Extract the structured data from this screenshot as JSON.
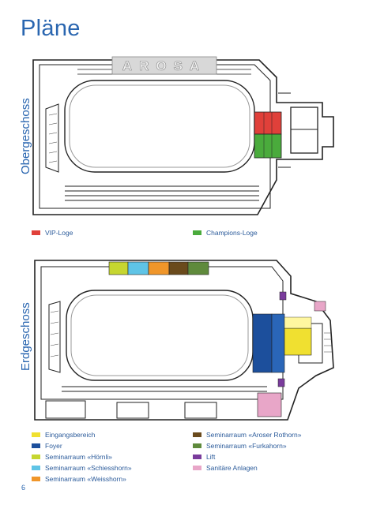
{
  "page": {
    "title": "Pläne",
    "page_number": "6"
  },
  "floors": {
    "upper": {
      "label": "Obergeschoss",
      "roof_lettering": "AROSA"
    },
    "ground": {
      "label": "Erdgeschoss"
    }
  },
  "legend_upper": [
    {
      "label": "VIP-Loge",
      "color": "#e0403a"
    },
    {
      "label": "Champions-Loge",
      "color": "#4aab3c"
    }
  ],
  "legend_ground_left": [
    {
      "label": "Eingangsbereich",
      "color": "#f0e030"
    },
    {
      "label": "Foyer",
      "color": "#1c4f9c"
    },
    {
      "label": "Seminarraum «Hörnli»",
      "color": "#c6d630"
    },
    {
      "label": "Seminarraum «Schiesshorn»",
      "color": "#5fc4e6"
    },
    {
      "label": "Seminarraum «Weisshorn»",
      "color": "#f0962a"
    }
  ],
  "legend_ground_right": [
    {
      "label": "Seminarraum «Aroser Rothorn»",
      "color": "#6a4a1c"
    },
    {
      "label": "Seminarraum «Furkahorn»",
      "color": "#5f8a3c"
    },
    {
      "label": "Lift",
      "color": "#7a3c9c"
    },
    {
      "label": "Sanitäre Anlagen",
      "color": "#e8a6c8"
    }
  ]
}
